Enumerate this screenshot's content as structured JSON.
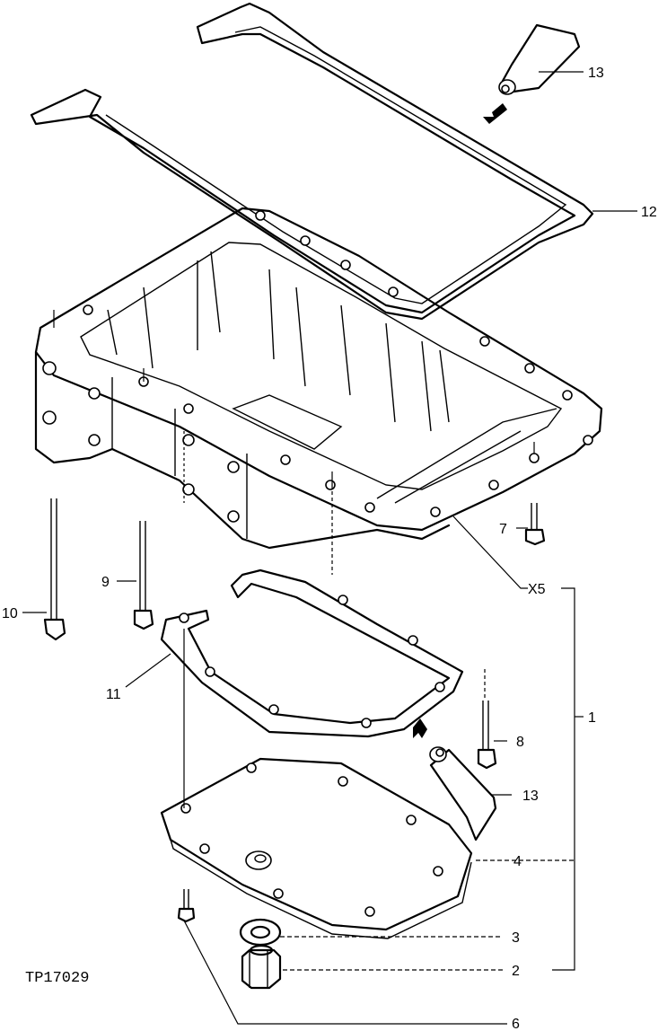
{
  "drawing_ref": "TP17029",
  "callouts": {
    "c1": "1",
    "c2": "2",
    "c3": "3",
    "c4": "4",
    "c6": "6",
    "c7": "7",
    "c8": "8",
    "c9": "9",
    "c10": "10",
    "c11": "11",
    "c12": "12",
    "c13_top": "13",
    "c13_bottom": "13",
    "qty_x5": "X5"
  }
}
